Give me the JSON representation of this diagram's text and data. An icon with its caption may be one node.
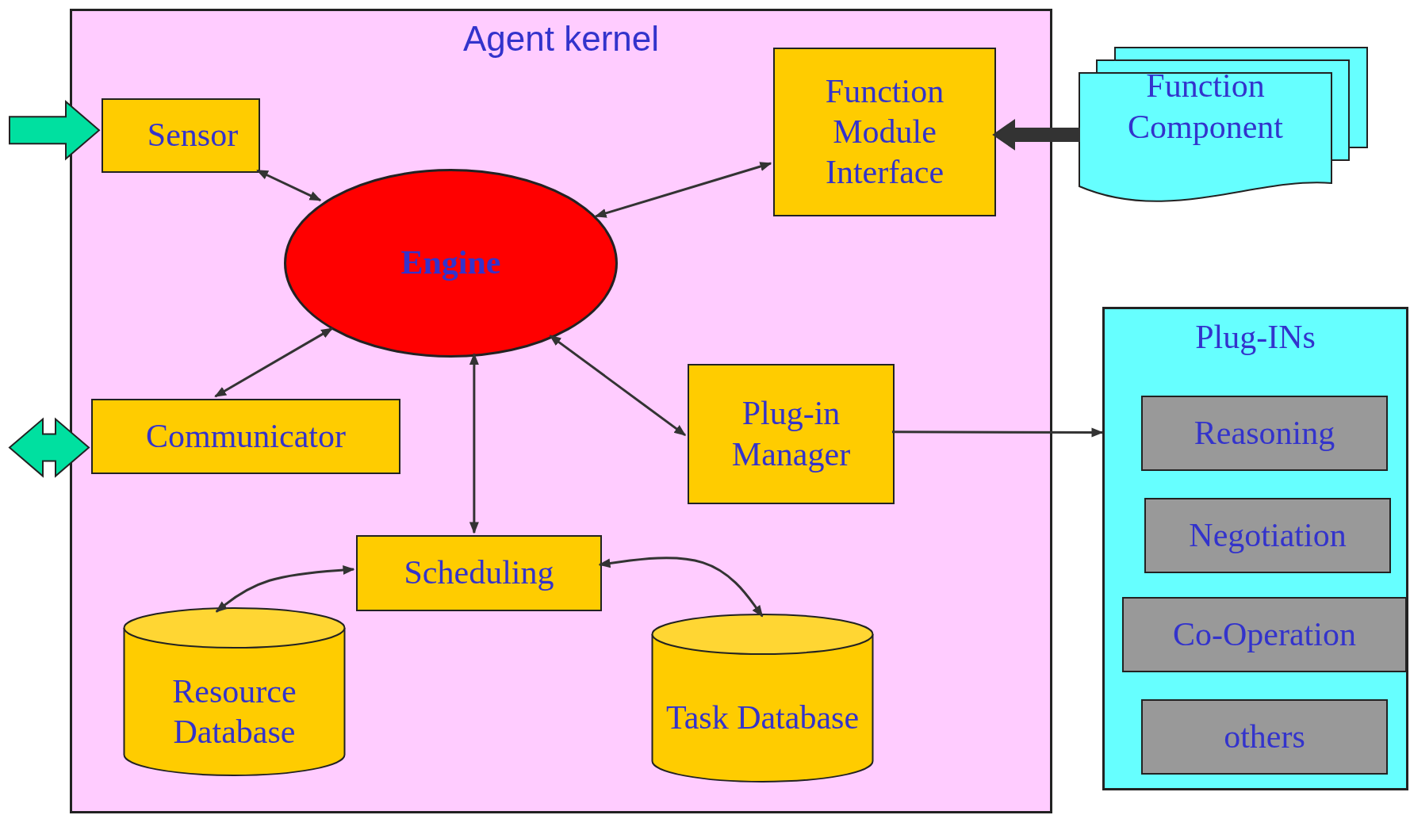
{
  "diagram": {
    "nodes": [
      {
        "text": [
          "Agent kernel"
        ]
      },
      {
        "text": [
          "Sensor"
        ],
        "in": 0
      },
      {
        "text": [
          "Engine"
        ],
        "in": 0
      },
      {
        "text": [
          "Function Module Interface"
        ],
        "in": 0
      },
      {
        "text": [
          "Communicator"
        ],
        "in": 0
      },
      {
        "text": [
          "Plug-in Manager"
        ],
        "in": 0
      },
      {
        "text": [
          "Scheduling"
        ],
        "in": 0
      },
      {
        "text": [
          "Resource Database"
        ],
        "in": 0
      },
      {
        "text": [
          "Task Database"
        ],
        "in": 0
      },
      {
        "text": [
          "Function Component"
        ]
      },
      {
        "text": [
          "Plug-INs"
        ]
      },
      {
        "text": [
          "Reasoning"
        ],
        "in": 10
      },
      {
        "text": [
          "Negotiation"
        ],
        "in": 10
      },
      {
        "text": [
          "Co-Operation"
        ],
        "in": 10
      },
      {
        "text": [
          "others"
        ],
        "in": 10
      }
    ],
    "edges": [
      {
        "from": null,
        "to": 1,
        "arrow": "to",
        "style": "thick",
        "color": "#00e0a0"
      },
      {
        "from": null,
        "to": 4,
        "arrow": "both",
        "style": "thick",
        "color": "#00e0a0"
      },
      {
        "from": 9,
        "to": 3,
        "arrow": "to",
        "style": "thick"
      },
      {
        "from": 1,
        "to": 2,
        "arrow": "both"
      },
      {
        "from": 3,
        "to": 2,
        "arrow": "both"
      },
      {
        "from": 4,
        "to": 2,
        "arrow": "both"
      },
      {
        "from": 2,
        "to": 6,
        "arrow": "both"
      },
      {
        "from": 2,
        "to": 5,
        "arrow": "both"
      },
      {
        "from": 5,
        "to": 10,
        "arrow": "to"
      },
      {
        "from": 6,
        "to": 7,
        "arrow": "both"
      },
      {
        "from": 6,
        "to": 8,
        "arrow": "both"
      }
    ]
  }
}
